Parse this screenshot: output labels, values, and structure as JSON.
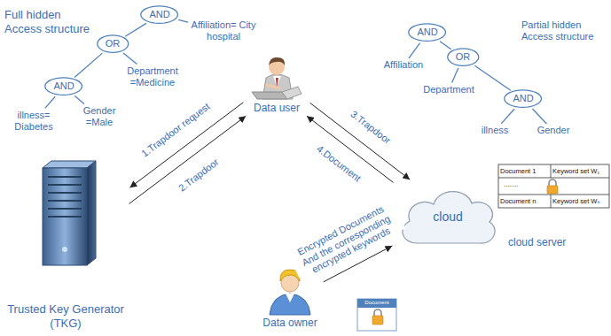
{
  "diagram": {
    "nodes": [
      {
        "text": [
          "AND"
        ]
      },
      {
        "text": [
          "OR"
        ]
      },
      {
        "text": [
          "Affiliation= City hospital"
        ]
      },
      {
        "text": [
          "Department =Medicine"
        ]
      },
      {
        "text": [
          "AND"
        ]
      },
      {
        "text": [
          "illness= Diabetes"
        ]
      },
      {
        "text": [
          "Gender =Male"
        ]
      },
      {
        "text": [
          "Data user"
        ]
      },
      {
        "text": [
          "AND"
        ]
      },
      {
        "text": [
          "OR"
        ]
      },
      {
        "text": [
          "Affiliation"
        ]
      },
      {
        "text": [
          "Department"
        ]
      },
      {
        "text": [
          "AND"
        ]
      },
      {
        "text": [
          "illness"
        ]
      },
      {
        "text": [
          "Gender"
        ]
      },
      {
        "text": [
          "Trusted Key Generator (TKG)"
        ]
      },
      {
        "text": [
          "cloud",
          "cloud server"
        ]
      },
      {
        "text": [
          "Data owner"
        ]
      }
    ],
    "edges": [
      {
        "from": 0,
        "to": 1,
        "arrow": "none"
      },
      {
        "from": 0,
        "to": 2,
        "arrow": "none"
      },
      {
        "from": 1,
        "to": 3,
        "arrow": "none"
      },
      {
        "from": 1,
        "to": 4,
        "arrow": "none"
      },
      {
        "from": 4,
        "to": 5,
        "arrow": "none"
      },
      {
        "from": 4,
        "to": 6,
        "arrow": "none"
      },
      {
        "from": 8,
        "to": 10,
        "arrow": "none"
      },
      {
        "from": 8,
        "to": 9,
        "arrow": "none"
      },
      {
        "from": 9,
        "to": 11,
        "arrow": "none"
      },
      {
        "from": 9,
        "to": 12,
        "arrow": "none"
      },
      {
        "from": 12,
        "to": 13,
        "arrow": "none"
      },
      {
        "from": 12,
        "to": 14,
        "arrow": "none"
      },
      {
        "from": 7,
        "to": 15,
        "label": "1.Trapdoor request",
        "arrow": "to"
      },
      {
        "from": 15,
        "to": 7,
        "label": "2.Trapdoor",
        "arrow": "to"
      },
      {
        "from": 7,
        "to": 16,
        "label": "3.Trapdoor",
        "arrow": "to"
      },
      {
        "from": 16,
        "to": 7,
        "label": "4.Document",
        "arrow": "to"
      },
      {
        "from": 17,
        "to": 16,
        "label": "Encrypted Documents And the corresponding encrypted keywords",
        "arrow": "to"
      }
    ],
    "labels": [
      "Full hidden Access structure",
      "Partial hidden Access structure",
      "Document 1",
      "Keyword set W₁",
      "........",
      "Document n",
      "Keyword set Wₙ",
      "Document"
    ]
  }
}
